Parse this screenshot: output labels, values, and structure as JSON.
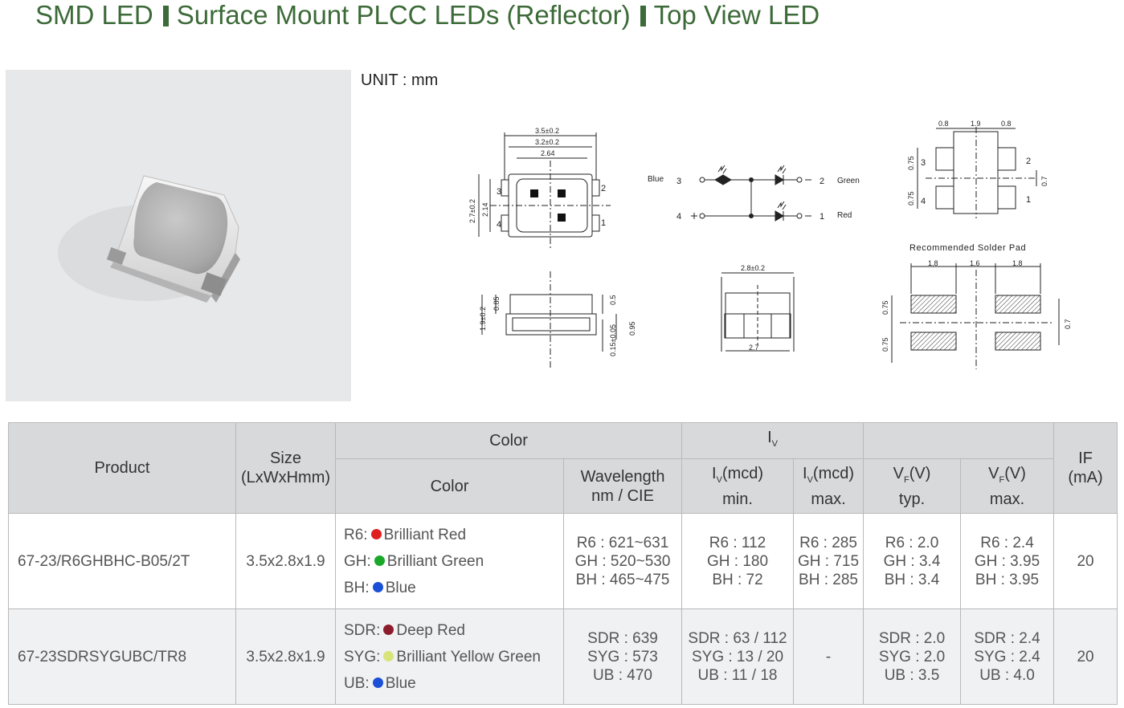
{
  "header": {
    "part1": "SMD LED",
    "part2": "Surface Mount PLCC LEDs (Reflector)",
    "part3": "Top View LED"
  },
  "unit_label": "UNIT : mm",
  "drawing": {
    "top_dims": [
      "3.5±0.2",
      "3.2±0.2",
      "2.64"
    ],
    "side_dims": [
      "2.7±0.2",
      "2.14"
    ],
    "pins": [
      "1",
      "2",
      "3",
      "4"
    ],
    "circuit": {
      "blue": "Blue",
      "green": "Green",
      "red": "Red"
    },
    "front_dims": [
      "1.9±0.2",
      "0.85",
      "0.5",
      "0.15±0.05",
      "0.95"
    ],
    "end_dims": [
      "2.8±0.2",
      "2.7"
    ],
    "pad_dims": [
      "0.8",
      "1.9",
      "0.8",
      "0.75",
      "0.75",
      "0.7"
    ],
    "solder_title": "Recommended Solder Pad",
    "solder_dims": [
      "1.8",
      "1.6",
      "1.8",
      "0.75",
      "0.75",
      "0.7"
    ]
  },
  "table": {
    "headers": {
      "product": "Product",
      "size": "Size",
      "size_unit": "(LxWxHmm)",
      "color_group": "Color",
      "color": "Color",
      "wavelength": "Wavelength",
      "wavelength_unit": "nm / CIE",
      "iv_group": "I",
      "iv_group_sub": "V",
      "iv_min_a": "I",
      "iv_min_sub": "V",
      "iv_min_b": "(mcd)",
      "iv_min_c": "min.",
      "iv_max_a": "I",
      "iv_max_sub": "V",
      "iv_max_b": "(mcd)",
      "iv_max_c": "max.",
      "vf_typ_a": "V",
      "vf_typ_sub": "F",
      "vf_typ_b": "(V)",
      "vf_typ_c": "typ.",
      "vf_max_a": "V",
      "vf_max_sub": "F",
      "vf_max_b": "(V)",
      "vf_max_c": "max.",
      "if": "IF",
      "if_unit": "(mA)"
    },
    "rows": [
      {
        "product": "67-23/R6GHBHC-B05/2T",
        "size": "3.5x2.8x1.9",
        "colors": [
          {
            "code": "R6:",
            "dot": "#e02020",
            "name": "Brilliant Red"
          },
          {
            "code": "GH:",
            "dot": "#1aa82a",
            "name": "Brilliant Green"
          },
          {
            "code": "BH:",
            "dot": "#1b4fd8",
            "name": "Blue"
          }
        ],
        "wavelength": [
          "R6 : 621~631",
          "GH : 520~530",
          "BH : 465~475"
        ],
        "iv_min": [
          "R6 : 112",
          "GH : 180",
          "BH : 72"
        ],
        "iv_max": [
          "R6 : 285",
          "GH : 715",
          "BH : 285"
        ],
        "vf_typ": [
          "R6 : 2.0",
          "GH : 3.4",
          "BH : 3.4"
        ],
        "vf_max": [
          "R6 : 2.4",
          "GH : 3.95",
          "BH : 3.95"
        ],
        "if": "20"
      },
      {
        "product": "67-23SDRSYGUBC/TR8",
        "size": "3.5x2.8x1.9",
        "colors": [
          {
            "code": "SDR:",
            "dot": "#8c1c2c",
            "name": "Deep Red"
          },
          {
            "code": "SYG:",
            "dot": "#d8e47a",
            "name": "Brilliant Yellow Green"
          },
          {
            "code": "UB:",
            "dot": "#1b4fd8",
            "name": "Blue"
          }
        ],
        "wavelength": [
          "SDR : 639",
          "SYG : 573",
          "UB : 470"
        ],
        "iv_min": [
          "SDR : 63 / 112",
          "SYG : 13 / 20",
          "UB : 11 / 18"
        ],
        "iv_max": [
          "-"
        ],
        "vf_typ": [
          "SDR : 2.0",
          "SYG : 2.0",
          "UB : 3.5"
        ],
        "vf_max": [
          "SDR : 2.4",
          "SYG : 2.4",
          "UB : 4.0"
        ],
        "if": "20"
      }
    ]
  }
}
